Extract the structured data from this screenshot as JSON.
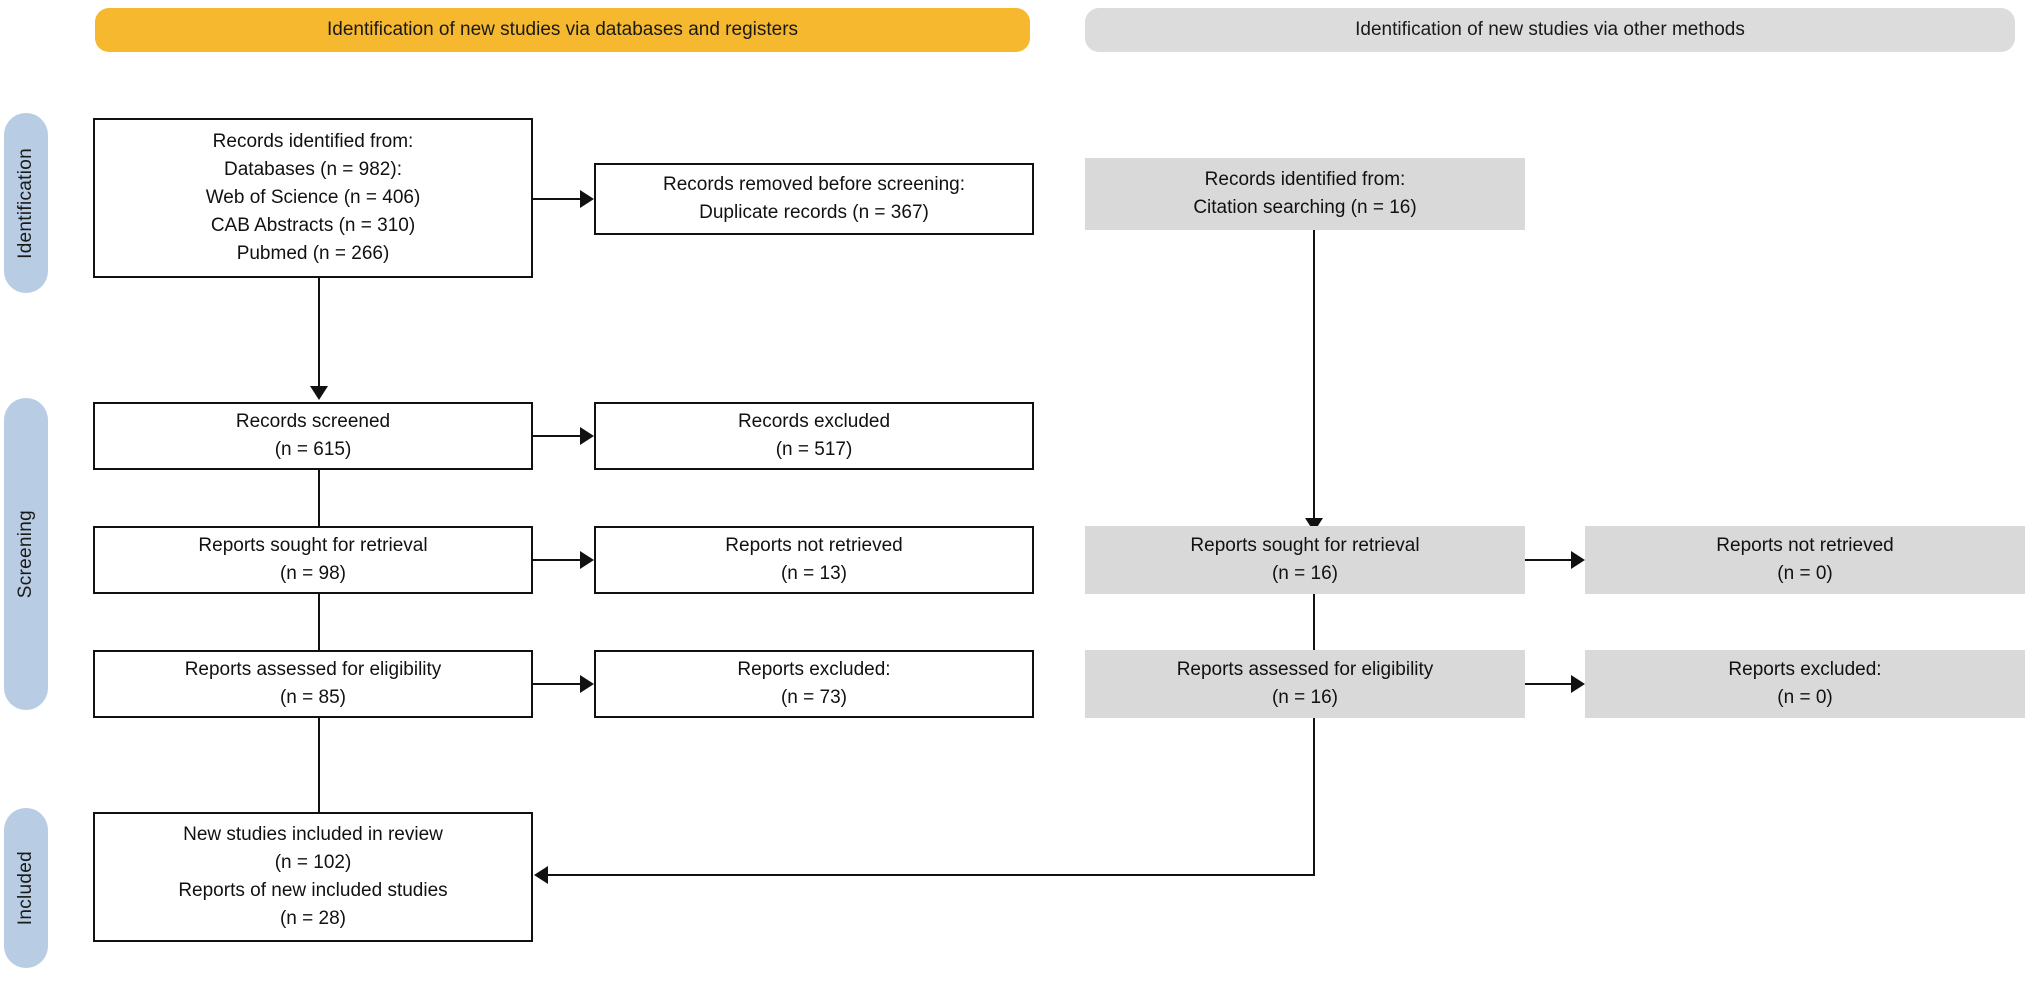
{
  "diagram": {
    "title": "PRISMA 2020 flow diagram",
    "colors": {
      "left_banner": "#f5b82e",
      "right_banner": "#dcdcdc",
      "phase_tab": "#b8cce4",
      "grey_box": "#d9d9d9",
      "box_border": "#111111"
    }
  },
  "banners": {
    "left": "Identification of new studies via databases and registers",
    "right": "Identification of new studies via other methods"
  },
  "phases": [
    {
      "label": "Identification"
    },
    {
      "label": "Screening"
    },
    {
      "label": "Included"
    }
  ],
  "left_column": {
    "identified": {
      "lines": [
        "Records identified from:",
        "Databases (n = 982):",
        "Web of Science (n = 406)",
        "CAB Abstracts (n = 310)",
        "Pubmed (n = 266)"
      ]
    },
    "removed": {
      "lines": [
        "Records removed before screening:",
        "Duplicate records (n = 367)"
      ]
    },
    "screened": {
      "lines": [
        "Records screened",
        "(n = 615)"
      ]
    },
    "records_excluded": {
      "lines": [
        "Records excluded",
        "(n = 517)"
      ]
    },
    "sought": {
      "lines": [
        "Reports sought for retrieval",
        "(n = 98)"
      ]
    },
    "not_retrieved": {
      "lines": [
        "Reports not retrieved",
        "(n = 13)"
      ]
    },
    "assessed": {
      "lines": [
        "Reports assessed for eligibility",
        "(n = 85)"
      ]
    },
    "reports_excluded": {
      "lines": [
        "Reports excluded:",
        "(n = 73)"
      ]
    },
    "included": {
      "lines": [
        "New studies included in review",
        "(n = 102)",
        "Reports of new included studies",
        "(n = 28)"
      ]
    }
  },
  "right_column": {
    "identified": {
      "lines": [
        "Records identified from:",
        "Citation searching (n = 16)"
      ]
    },
    "sought": {
      "lines": [
        "Reports sought for retrieval",
        "(n = 16)"
      ]
    },
    "not_retrieved": {
      "lines": [
        "Reports not retrieved",
        "(n = 0)"
      ]
    },
    "assessed": {
      "lines": [
        "Reports assessed for eligibility",
        "(n = 16)"
      ]
    },
    "reports_excluded": {
      "lines": [
        "Reports excluded:",
        "(n = 0)"
      ]
    }
  }
}
